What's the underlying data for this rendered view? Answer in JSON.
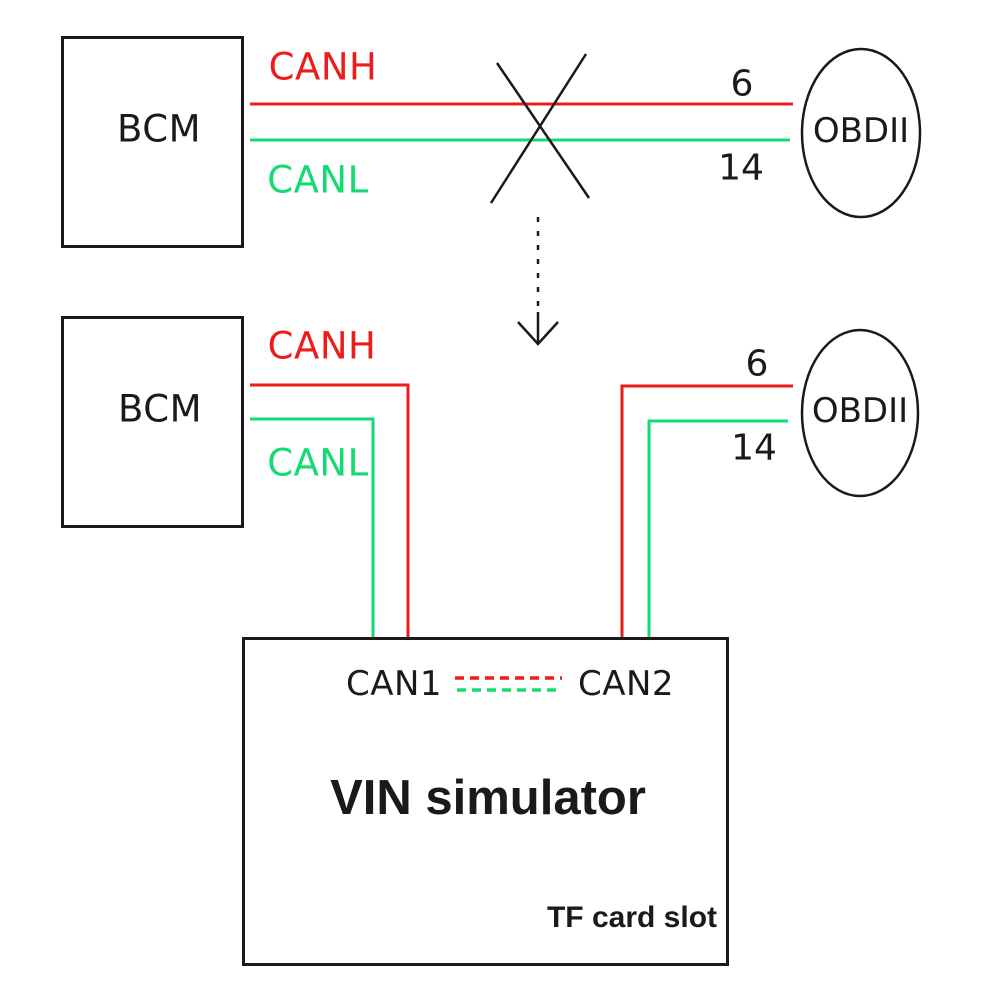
{
  "colors": {
    "wire_red": "#ee1b1b",
    "wire_green": "#12db72",
    "line_black": "#1a1a1a",
    "background": "#ffffff"
  },
  "top_section": {
    "bcm_label": "BCM",
    "canh_label": "CANH",
    "canl_label": "CANL",
    "canh_pin": "6",
    "canl_pin": "14",
    "obdii_label": "OBDII"
  },
  "bottom_section": {
    "bcm_label": "BCM",
    "canh_label": "CANH",
    "canl_label": "CANL",
    "canh_pin": "6",
    "canl_pin": "14",
    "obdii_label": "OBDII"
  },
  "simulator": {
    "can1_label": "CAN1",
    "can2_label": "CAN2",
    "title": "VIN simulator",
    "tf_slot_label": "TF card slot"
  }
}
